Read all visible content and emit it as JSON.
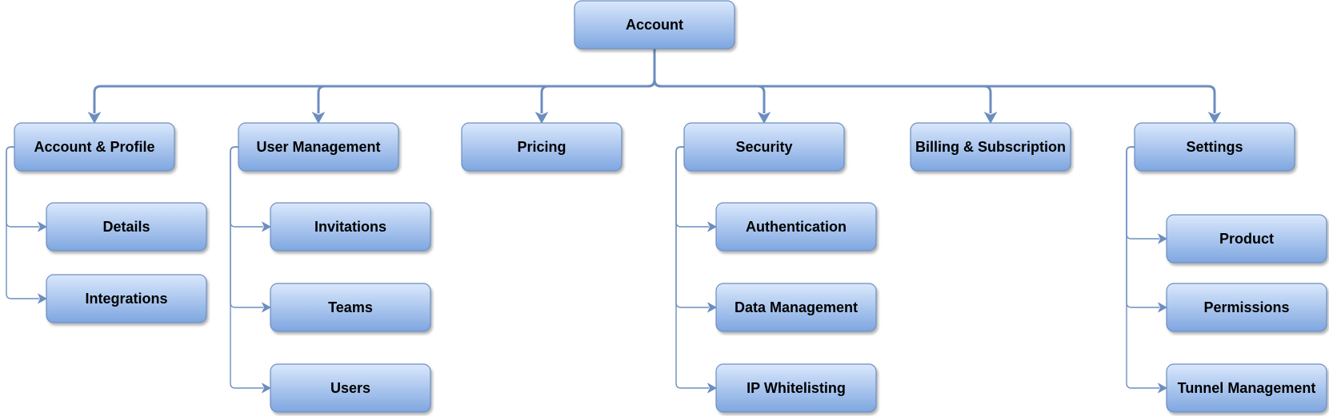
{
  "colors": {
    "node_fill_top": "#dae8fc",
    "node_fill_bottom": "#7ea6e0",
    "node_stroke": "#6c8ebf",
    "connector": "#6c8ebf"
  },
  "diagram": {
    "type": "tree",
    "root": {
      "label": "Account"
    },
    "groups": [
      {
        "label": "Account & Profile",
        "children": [
          {
            "label": "Details"
          },
          {
            "label": "Integrations"
          }
        ]
      },
      {
        "label": "User Management",
        "children": [
          {
            "label": "Invitations"
          },
          {
            "label": "Teams"
          },
          {
            "label": "Users"
          }
        ]
      },
      {
        "label": "Pricing",
        "children": []
      },
      {
        "label": "Security",
        "children": [
          {
            "label": "Authentication"
          },
          {
            "label": "Data Management"
          },
          {
            "label": "IP Whitelisting"
          }
        ]
      },
      {
        "label": "Billing & Subscription",
        "children": []
      },
      {
        "label": "Settings",
        "children": [
          {
            "label": "Product"
          },
          {
            "label": "Permissions"
          },
          {
            "label": "Tunnel Management"
          }
        ]
      }
    ]
  }
}
